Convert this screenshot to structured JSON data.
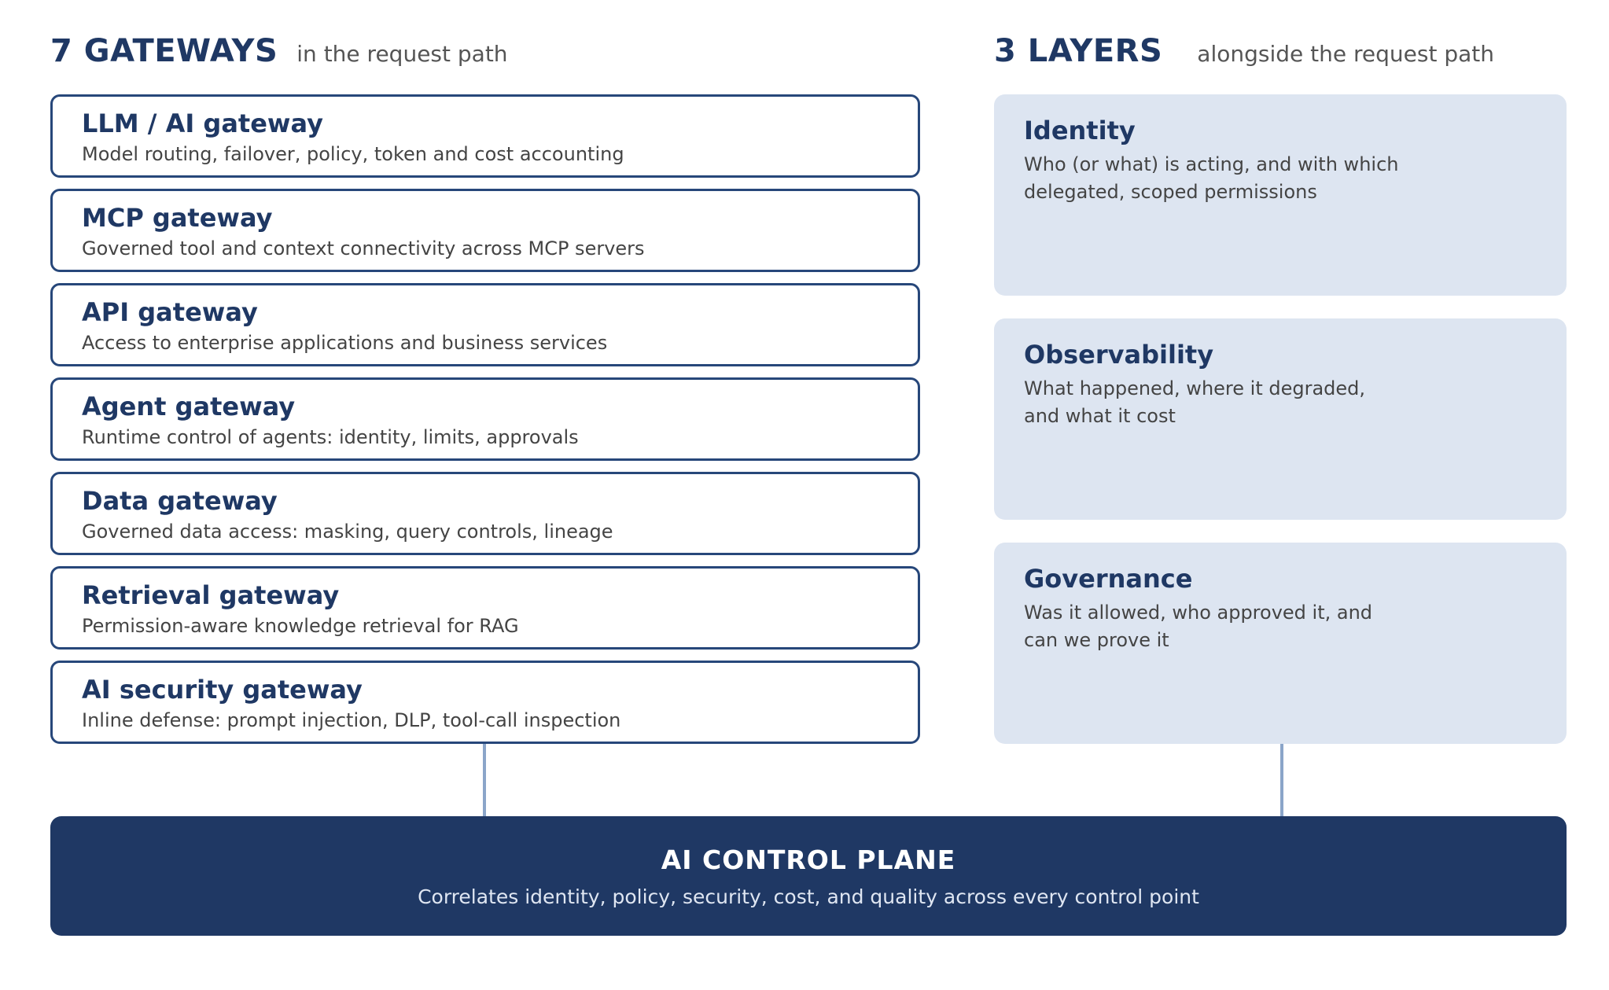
{
  "gateways_section": {
    "heading": "7 GATEWAYS",
    "subheading": "in the request path",
    "items": [
      {
        "title": "LLM / AI gateway",
        "description": "Model routing, failover, policy, token and cost accounting"
      },
      {
        "title": "MCP gateway",
        "description": "Governed tool and context connectivity across MCP servers"
      },
      {
        "title": "API gateway",
        "description": "Access to enterprise applications and business services"
      },
      {
        "title": "Agent gateway",
        "description": "Runtime control of agents: identity, limits, approvals"
      },
      {
        "title": "Data gateway",
        "description": "Governed data access: masking, query controls, lineage"
      },
      {
        "title": "Retrieval gateway",
        "description": "Permission-aware knowledge retrieval for RAG"
      },
      {
        "title": "AI security gateway",
        "description": "Inline defense: prompt injection, DLP, tool-call inspection"
      }
    ]
  },
  "layers_section": {
    "heading": "3 LAYERS",
    "subheading": "alongside the request path",
    "items": [
      {
        "title": "Identity",
        "description": "Who (or what) is acting, and with which delegated, scoped permissions"
      },
      {
        "title": "Observability",
        "description": "What happened, where it degraded, and what it cost"
      },
      {
        "title": "Governance",
        "description": "Was it allowed, who approved it, and can we prove it"
      }
    ]
  },
  "control_plane": {
    "title": "AI CONTROL PLANE",
    "description": "Correlates identity, policy, security, cost, and quality across every control point"
  },
  "colors": {
    "navy": "#1f3864",
    "card_border": "#27477a",
    "layer_fill": "#dde5f1",
    "connector": "#8ba5c9"
  }
}
